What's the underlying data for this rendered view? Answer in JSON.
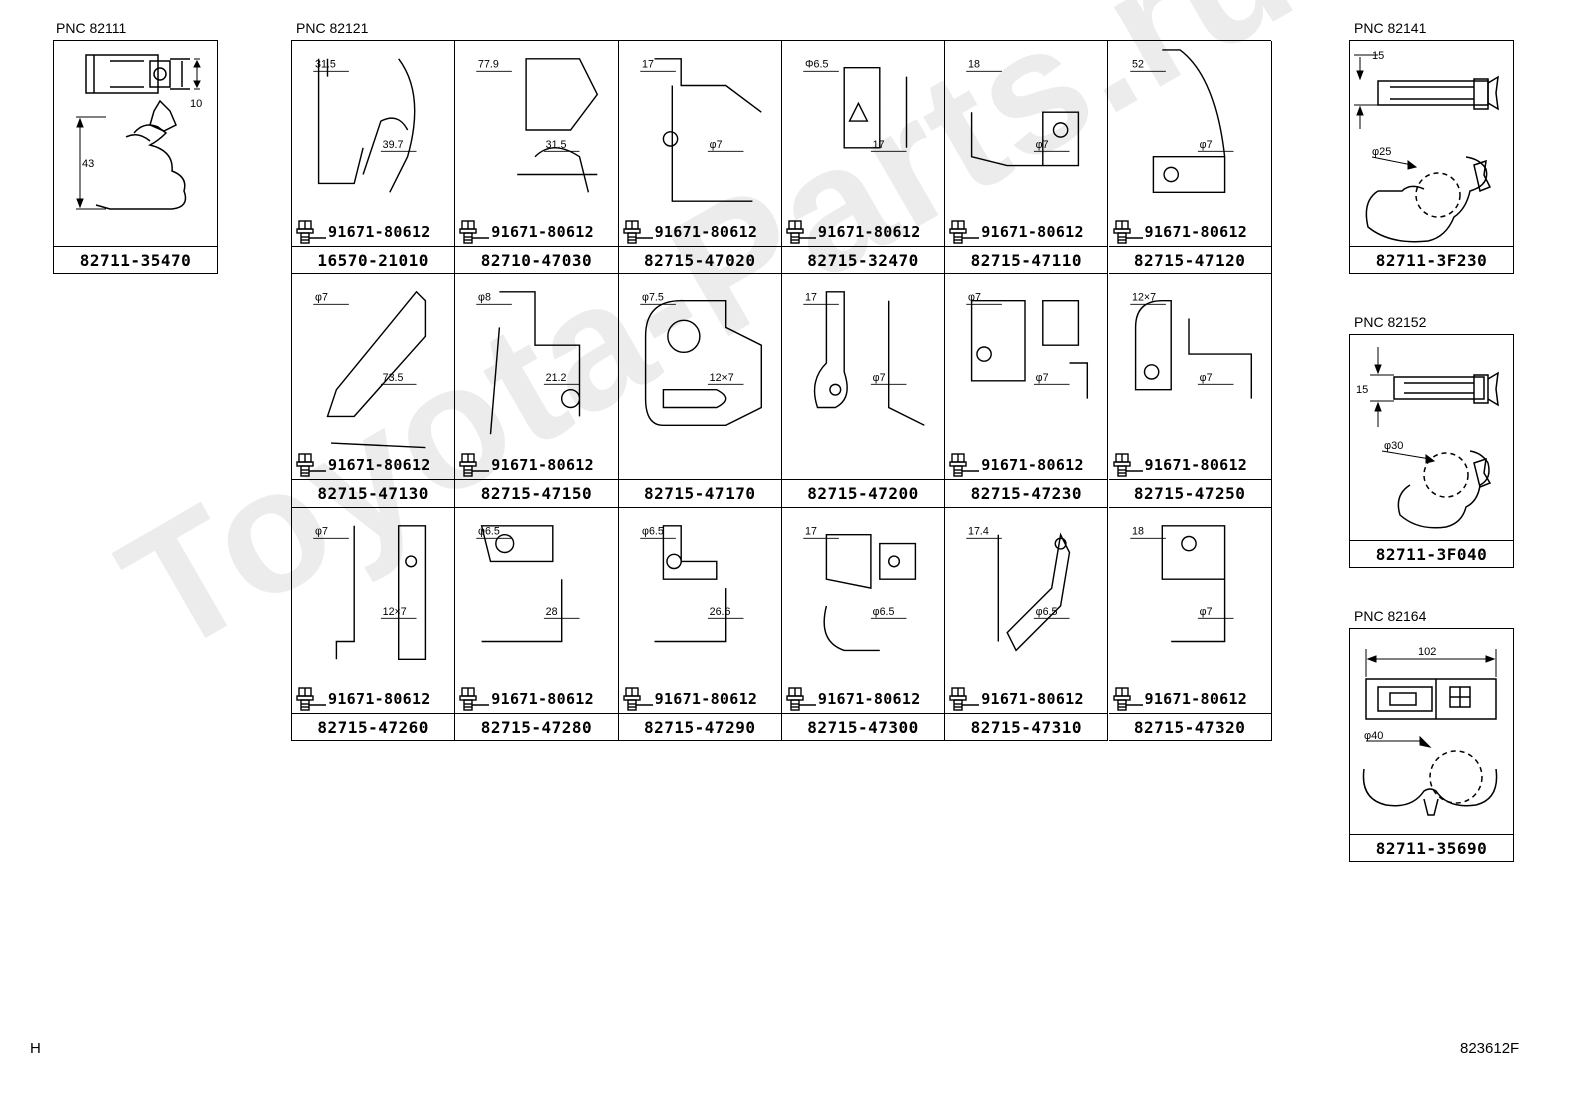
{
  "watermark": "Toyota-Parts.ru",
  "sections": [
    {
      "pnc": "PNC 82111",
      "part": "82711-35470",
      "drawing": "clip-big-43"
    },
    {
      "pnc": "PNC 82141",
      "part": "82711-3F230",
      "drawing": "clip-25"
    },
    {
      "pnc": "PNC 82152",
      "part": "82711-3F040",
      "drawing": "clip-30"
    },
    {
      "pnc": "PNC 82164",
      "part": "82711-35690",
      "drawing": "clip-40"
    }
  ],
  "dims": {
    "s0": [
      "10",
      "43"
    ],
    "s1": [
      "15",
      "φ25"
    ],
    "s2": [
      "15",
      "φ30"
    ],
    "s3": [
      "102",
      "φ40"
    ]
  },
  "grid": {
    "pnc": "PNC 82121",
    "bolt": "91671-80612",
    "rows": [
      [
        {
          "part": "16570-21010",
          "bolt": true,
          "dims": [
            "31.5",
            "39.7"
          ]
        },
        {
          "part": "82710-47030",
          "bolt": true,
          "dims": [
            "77.9",
            "31.5"
          ]
        },
        {
          "part": "82715-47020",
          "bolt": true,
          "dims": [
            "17",
            "φ7"
          ]
        },
        {
          "part": "82715-32470",
          "bolt": true,
          "dims": [
            "Φ6.5",
            "17"
          ]
        },
        {
          "part": "82715-47110",
          "bolt": true,
          "dims": [
            "18",
            "φ7"
          ]
        },
        {
          "part": "82715-47120",
          "bolt": true,
          "dims": [
            "52",
            "φ7"
          ]
        }
      ],
      [
        {
          "part": "82715-47130",
          "bolt": true,
          "dims": [
            "φ7",
            "73.5"
          ]
        },
        {
          "part": "82715-47150",
          "bolt": true,
          "dims": [
            "φ8",
            "21.2"
          ]
        },
        {
          "part": "82715-47170",
          "bolt": false,
          "dims": [
            "φ7.5",
            "12×7"
          ]
        },
        {
          "part": "82715-47200",
          "bolt": false,
          "dims": [
            "17",
            "φ7"
          ]
        },
        {
          "part": "82715-47230",
          "bolt": true,
          "dims": [
            "φ7",
            "φ7"
          ]
        },
        {
          "part": "82715-47250",
          "bolt": true,
          "dims": [
            "12×7",
            "φ7"
          ]
        }
      ],
      [
        {
          "part": "82715-47260",
          "bolt": true,
          "dims": [
            "φ7",
            "12×7"
          ]
        },
        {
          "part": "82715-47280",
          "bolt": true,
          "dims": [
            "φ6.5",
            "28"
          ]
        },
        {
          "part": "82715-47290",
          "bolt": true,
          "dims": [
            "φ6.5",
            "26.6"
          ]
        },
        {
          "part": "82715-47300",
          "bolt": true,
          "dims": [
            "17",
            "φ6.5"
          ]
        },
        {
          "part": "82715-47310",
          "bolt": true,
          "dims": [
            "17.4",
            "φ6.5"
          ]
        },
        {
          "part": "82715-47320",
          "bolt": true,
          "dims": [
            "18",
            "φ7"
          ]
        }
      ]
    ]
  },
  "footer": {
    "left": "H",
    "right": "823612F"
  }
}
